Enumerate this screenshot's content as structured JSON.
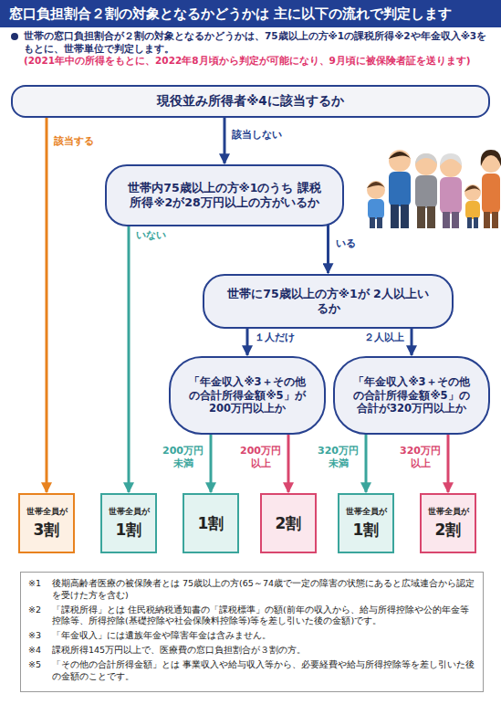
{
  "diagram": {
    "title": "窓口負担割合２割の対象となるかどうかは 主に以下の流れで判定します",
    "nodes": [
      {
        "text": [
          "現役並み所得者※4に該当するか"
        ]
      },
      {
        "text": [
          "世帯内75歳以上の方※1のうち 課税所得※2が28万円以上の方がいるか"
        ]
      },
      {
        "text": [
          "世帯に75歳以上の方※1が 2人以上いるか"
        ]
      },
      {
        "text": [
          "「年金収入※3＋その他の合計所得金額※5」が 200万円以上か"
        ]
      },
      {
        "text": [
          "「年金収入※3＋その他の合計所得金額※5」の 合計が320万円以上か"
        ]
      },
      {
        "text": [
          "世帯全員が",
          "3割"
        ]
      },
      {
        "text": [
          "世帯全員が",
          "1割"
        ]
      },
      {
        "text": [
          "1割"
        ]
      },
      {
        "text": [
          "2割"
        ]
      },
      {
        "text": [
          "世帯全員が",
          "1割"
        ]
      },
      {
        "text": [
          "世帯全員が",
          "2割"
        ]
      }
    ],
    "edges": [
      {
        "from": 0,
        "to": 5,
        "label": "該当する",
        "arrow": "to"
      },
      {
        "from": 0,
        "to": 1,
        "label": "該当しない",
        "arrow": "to"
      },
      {
        "from": 1,
        "to": 6,
        "label": "いない",
        "arrow": "to"
      },
      {
        "from": 1,
        "to": 2,
        "label": "いる",
        "arrow": "to"
      },
      {
        "from": 2,
        "to": 3,
        "label": "１人だけ",
        "arrow": "to"
      },
      {
        "from": 2,
        "to": 4,
        "label": "２人以上",
        "arrow": "to"
      },
      {
        "from": 3,
        "to": 7,
        "label": "200万円 未満",
        "arrow": "to"
      },
      {
        "from": 3,
        "to": 8,
        "label": "200万円 以上",
        "arrow": "to"
      },
      {
        "from": 4,
        "to": 9,
        "label": "320万円 未満",
        "arrow": "to"
      },
      {
        "from": 4,
        "to": 10,
        "label": "320万円 以上",
        "arrow": "to"
      }
    ],
    "labels": [
      "世帯の窓口負担割合が２割の対象となるかどうかは、75歳以上の方※1の課税所得※2や年金収入※3をもとに、世帯単位で判定します。",
      "(2021年中の所得をもとに、2022年8月頃から判定が可能になり、9月頃に被保険者証を送ります)",
      "※1",
      "後期高齢者医療の被保険者とは 75歳以上の方(65～74歳で一定の障害の状態にあると広域連合から認定を受けた方を含む)",
      "※2",
      "「課税所得」とは 住民税納税通知書の「課税標準」の額(前年の収入から、給与所得控除や公的年金等控除等、所得控除(基礎控除や社会保険料控除等)等を差し引いた後の金額)です。",
      "※3",
      "「年金収入」には遺族年金や障害年金は含みません。",
      "※4",
      "課税所得145万円以上で、医療費の窓口負担割合が３割の方。",
      "※5",
      "「その他の合計所得金額」とは 事業収入や給与収入等から、必要経費や給与所得控除等を差し引いた後の金額のことです。"
    ]
  }
}
